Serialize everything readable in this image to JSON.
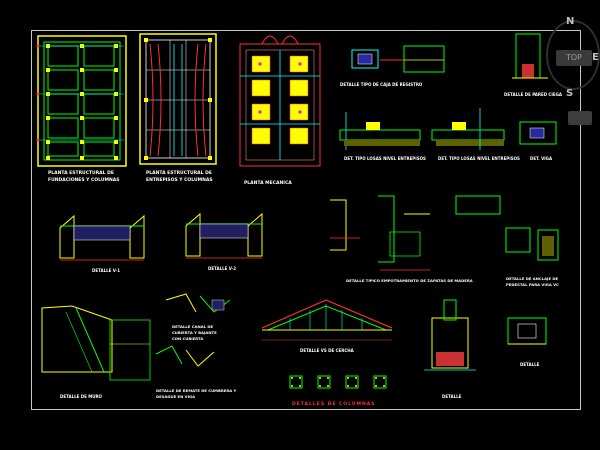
{
  "navcube": {
    "north": "N",
    "south": "S",
    "east": "E",
    "top_label": "TOP"
  },
  "captions": {
    "plan_foundations_1": "PLANTA ESTRUCTURAL DE",
    "plan_foundations_2": "FUNDACIONES Y COLUMNAS",
    "plan_entrepisos_1": "PLANTA ESTRUCTURAL DE",
    "plan_entrepisos_2": "ENTREPISOS Y COLUMNAS",
    "plan_mecanica": "PLANTA MECANICA",
    "detail_caja": "DETALLE TIPO DE CAJA DE REGISTRO",
    "detail_pared": "DETALLE DE PARED CIEGA",
    "detail_losa_1": "DET. TIPO LOSAS NIVEL ENTREPISOS",
    "detail_losa_2": "DET. TIPO LOSAS NIVEL ENTREPISOS",
    "detail_viga": "DET. VIGA",
    "detail_a1": "DETALLE V-1",
    "detail_a2": "DETALLE V-2",
    "detail_empotramiento": "DETALLE TIPICO EMPOTRAMIENTO DE ZAPATAS DE MADERA",
    "detail_anclaje_1": "DETALLE DE ANCLAJE DE",
    "detail_anclaje_2": "PEDESTAL PARA VIGA VC",
    "detail_muro": "DETALLE DE MURO",
    "detail_canal_1": "DETALLE CANAL DE",
    "detail_canal_2": "CUBIERTA Y BAJANTE",
    "detail_canal_3": "CON CUBIERTA",
    "detail_remate_1": "DETALLE DE REMATE DE CUMBRERA Y",
    "detail_remate_2": "DESAGUE EN VIGA",
    "detail_cercha": "DETALLE VS DE CERCHA",
    "detail_columnas": "DETALLES DE COLUMNAS",
    "detail_zapata": "DETALLE",
    "detail_pedestal": "DETALLE"
  }
}
